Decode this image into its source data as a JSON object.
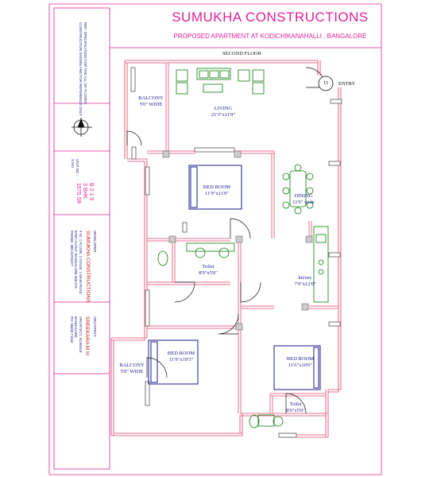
{
  "header": {
    "title": "SUMUKHA CONSTRUCTIONS",
    "subtitle": "PROPOSED APARTMENT AT KODICHIKANAHALLI , BANGALORE"
  },
  "plan": {
    "floor_label": "SECOND FLOOR",
    "entry_label": "ENTRY",
    "entry_number": "15",
    "rooms": [
      {
        "key": "balcony1_name",
        "name": "BALCONY",
        "size": "5'0\" WIDE"
      },
      {
        "key": "living",
        "name": "LIVING",
        "size": "21'3\"x11'9\""
      },
      {
        "key": "bed1",
        "name": "BED ROOM",
        "size": "11'9\"x11'9\""
      },
      {
        "key": "dining",
        "name": "DINING",
        "size": "11'6\" wide"
      },
      {
        "key": "toilet1",
        "name": "Toilet",
        "size": "8'0\"x5'0\""
      },
      {
        "key": "kitchen",
        "name": "kit/uty",
        "size": "7'9\"x12'0\""
      },
      {
        "key": "balcony2",
        "name": "BALCONY",
        "size": "5'0\" WIDE"
      },
      {
        "key": "bed2",
        "name": "BED ROOM",
        "size": "11'9\"x19'3\""
      },
      {
        "key": "bed3",
        "name": "BED ROOM",
        "size": "11'6\"x10'6\""
      },
      {
        "key": "toilet2",
        "name": "Toilet",
        "size": "8'6\"x5'0\""
      }
    ]
  },
  "title_block": {
    "notes": [
      "REF: SPECIFICATION FOR THE ALL OF FLOORS",
      "CONSTRUCTION SHOWN ARE FOR REFERENCE ONLY"
    ],
    "unit": [
      "UNIT NO :",
      "S.NO"
    ],
    "unit_values": [
      "B 2 1 5",
      "3 BHK",
      "1575 Sft"
    ],
    "developer_caption": "DEVELOPER",
    "developer_name": "SUMUKHA  CONSTRUCTIONS",
    "developer_address": [
      "# 01, 1 FLOOR, 2 STAGE, 1 MAIN ROAD",
      "BTM LAYOUT, BANGALORE 560 076",
      "PHONE: 080 26781077"
    ],
    "architect_caption": "ARCHITECT",
    "architect_name": "SREEKARA M H",
    "architect_address": [
      "ARCHITECT, SCIENCE",
      "BANGALORE",
      "PH: 98450 71844"
    ]
  },
  "colors": {
    "wall": "#e8708e",
    "furniture": "#0a7a0a",
    "door": "#111111",
    "label": "#1a1a8c",
    "brand": "#e0209a",
    "frame": "#e0209a"
  }
}
